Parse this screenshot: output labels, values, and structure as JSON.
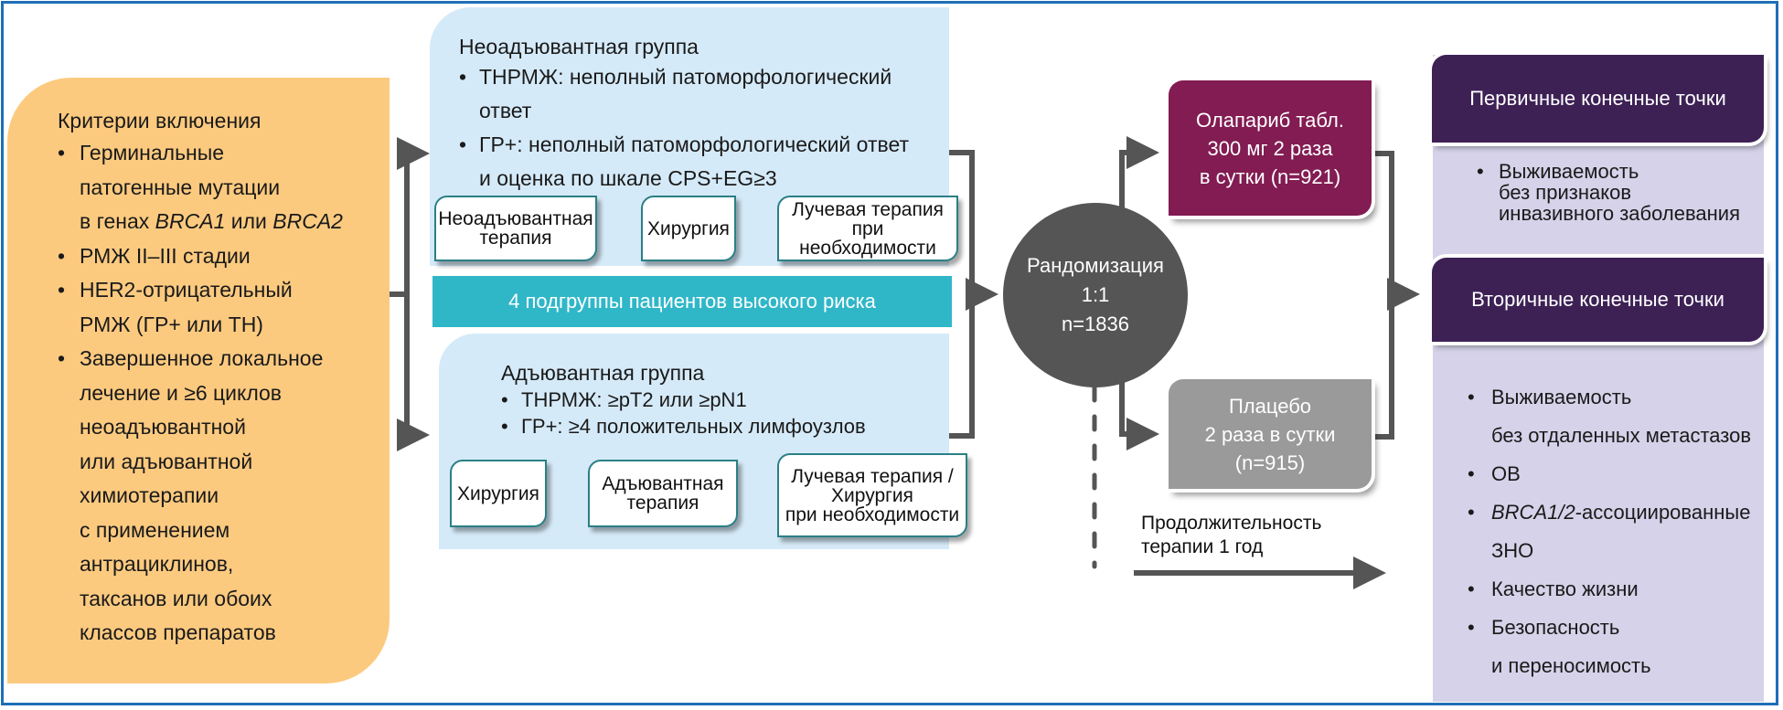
{
  "colors": {
    "frame": "#1f6fb5",
    "inclusion_bg": "#fcca7f",
    "group_bg": "#d5eaf8",
    "banner_bg": "#2fb7c8",
    "step_border": "#2b7f86",
    "connector": "#555555",
    "randomization": "#555555",
    "olaparib": "#821c52",
    "placebo": "#9a9a9a",
    "endpoint_header": "#3d2155",
    "endpoint_body": "#d5d2e9"
  },
  "inclusion": {
    "title": "Критерии включения",
    "items": [
      {
        "lines": [
          "Герминальные",
          "патогенные мутации"
        ],
        "gene_prefix": "в генах ",
        "gene1": "BRCA1",
        "gene_mid": " или ",
        "gene2": "BRCA2"
      },
      {
        "lines": [
          "РМЖ II–III стадии"
        ]
      },
      {
        "lines": [
          "HER2-отрицательный",
          "РМЖ (ГР+ или ТН)"
        ]
      },
      {
        "lines": [
          "Завершенное локальное",
          "лечение и ≥6 циклов",
          "неоадъювантной",
          "или адъювантной",
          "химиотерапии",
          "с применением",
          "антрациклинов,",
          "таксанов или обоих",
          "классов препаратов"
        ]
      }
    ]
  },
  "neoadjuvant": {
    "title": "Неоадъювантная группа",
    "items": [
      {
        "lines": [
          "ТНРМЖ: неполный патоморфологический ответ"
        ]
      },
      {
        "lines": [
          "ГР+: неполный патоморфологический ответ",
          "и оценка по шкале CPS+EG≥3"
        ]
      }
    ],
    "steps": [
      {
        "lines": [
          "Неоадъювантная",
          "терапия"
        ]
      },
      {
        "lines": [
          "Хирургия"
        ]
      },
      {
        "lines": [
          "Лучевая терапия",
          "при",
          "необходимости"
        ]
      }
    ]
  },
  "banner": {
    "label": "4 подгруппы пациентов высокого риска"
  },
  "adjuvant": {
    "title": "Адъювантная группа",
    "items": [
      {
        "lines": [
          "ТНРМЖ: ≥pT2 или ≥pN1"
        ]
      },
      {
        "lines": [
          "ГР+: ≥4 положительных лимфоузлов"
        ]
      }
    ],
    "steps": [
      {
        "lines": [
          "Хирургия"
        ]
      },
      {
        "lines": [
          "Адъювантная",
          "терапия"
        ]
      },
      {
        "lines": [
          "Лучевая терапия /",
          "Хирургия",
          "при необходимости"
        ]
      }
    ]
  },
  "randomization": {
    "lines": [
      "Рандомизация",
      "1:1",
      "n=1836"
    ]
  },
  "arms": {
    "olaparib": {
      "lines": [
        "Олапариб табл.",
        "300 мг 2 раза",
        "в сутки (n=921)"
      ]
    },
    "placebo": {
      "lines": [
        "Плацебо",
        "2 раза в сутки",
        "(n=915)"
      ]
    }
  },
  "duration": {
    "lines": [
      "Продолжительность",
      "терапии 1 год"
    ]
  },
  "endpoints": {
    "primary": {
      "title": "Первичные конечные точки",
      "items": [
        {
          "lines": [
            "Выживаемость",
            "без признаков",
            "инвазивного заболевания"
          ]
        }
      ]
    },
    "secondary": {
      "title": "Вторичные конечные точки",
      "items": [
        {
          "lines": [
            "Выживаемость",
            "без отдаленных метастазов"
          ]
        },
        {
          "lines": [
            "ОВ"
          ]
        },
        {
          "italic_prefix": "BRCA1/2",
          "lines": [
            "-ассоциированные",
            "ЗНО"
          ]
        },
        {
          "lines": [
            "Качество жизни"
          ]
        },
        {
          "lines": [
            "Безопасность",
            "и переносимость"
          ]
        }
      ]
    }
  }
}
